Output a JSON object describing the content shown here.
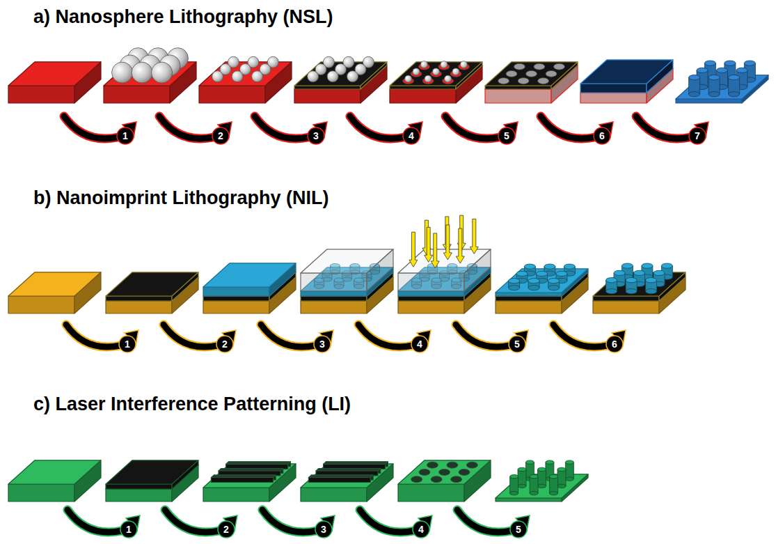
{
  "diagram": {
    "labels": [
      "a) Nanosphere Lithography (NSL)",
      "1",
      "2",
      "3",
      "4",
      "5",
      "6",
      "7",
      "b) Nanoimprint Lithography (NIL)",
      "1",
      "2",
      "3",
      "4",
      "5",
      "6",
      "c) Laser Interference Patterning (LI)",
      "1",
      "2",
      "3",
      "4",
      "5"
    ]
  }
}
